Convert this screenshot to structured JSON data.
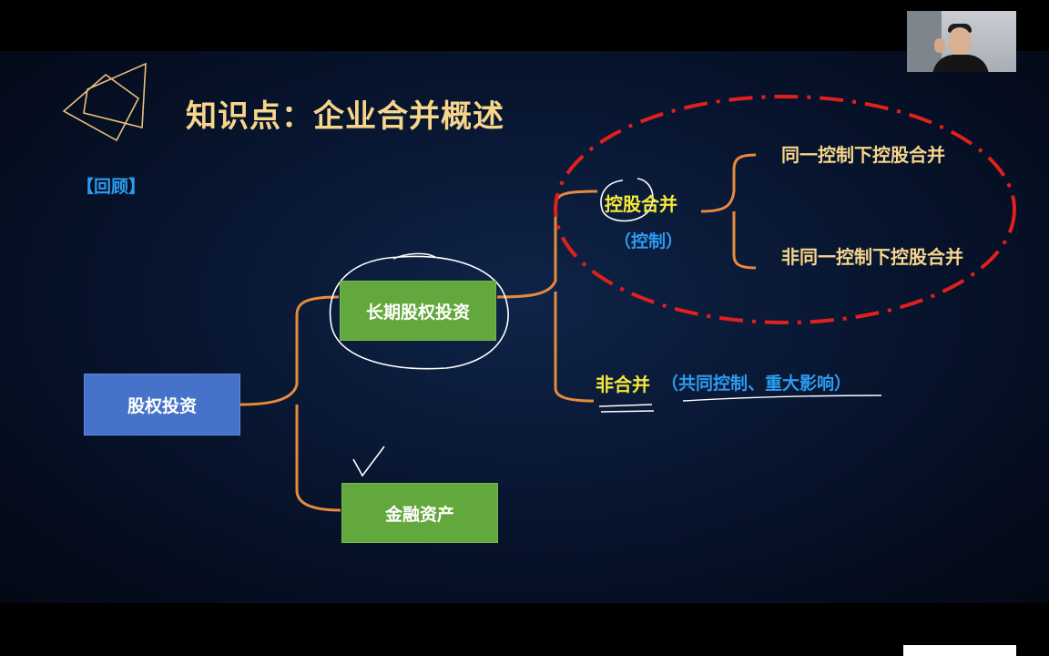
{
  "slide": {
    "title": "知识点：企业合并概述",
    "review_tag": "【回顾】"
  },
  "diagram": {
    "root": "股权投资",
    "level1": [
      "长期股权投资",
      "金融资产"
    ],
    "holding": "控股合并",
    "holding_note": "（控制）",
    "holding_children": [
      "同一控制下控股合并",
      "非同一控制下控股合并"
    ],
    "non_merge": "非合并",
    "non_merge_note": "（共同控制、重大影响）"
  },
  "colors": {
    "connector": "#e88a3c",
    "title": "#f7d58a",
    "highlight_yellow": "#f6e838",
    "accent_blue": "#2d9cf0",
    "box_blue": "#4673c9",
    "box_green": "#63a83c",
    "annotation_red": "#e0201c"
  }
}
